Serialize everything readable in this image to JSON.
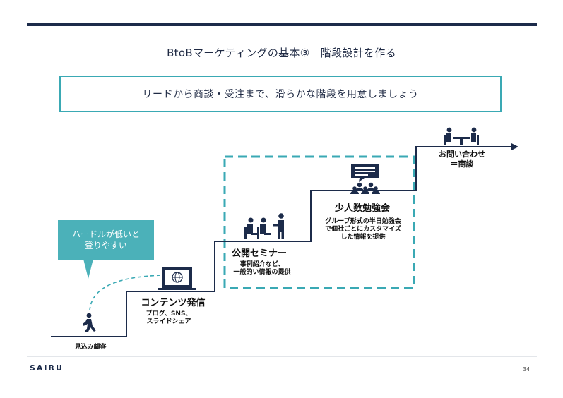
{
  "slide": {
    "title": "BtoBマーケティングの基本③　階段設計を作る",
    "lead": "リードから商談・受注まで、滑らかな階段を用意しましょう"
  },
  "callout": {
    "text": "ハードルが低いと\n登りやすい"
  },
  "steps": [
    {
      "title": "見込み顧客",
      "subtitle": "",
      "icon": "walking-person-icon"
    },
    {
      "title": "コンテンツ発信",
      "subtitle": "ブログ、SNS、\nスライドシェア",
      "icon": "laptop-globe-icon"
    },
    {
      "title": "公開セミナー",
      "subtitle": "事例紹介など、\n一般的い情報の提供",
      "icon": "seminar-audience-icon"
    },
    {
      "title": "少人数勉強会",
      "subtitle": "グループ形式の半日勉強会\nで個社ごとにカスタマイズ\nした情報を提供",
      "icon": "small-group-chat-icon"
    },
    {
      "title": "お問い合わせ\n＝商談",
      "subtitle": "",
      "icon": "meeting-table-icon"
    }
  ],
  "footer": {
    "brand": "SAIRU",
    "page": "34"
  },
  "colors": {
    "navy": "#1c2b4a",
    "teal": "#3aa9b4",
    "callout": "#4bb1b9"
  }
}
